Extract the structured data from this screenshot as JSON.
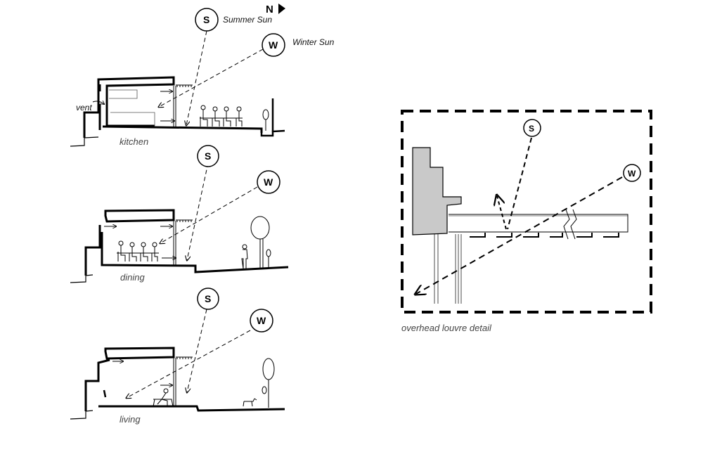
{
  "north": {
    "label": "N"
  },
  "legend": {
    "summer_letter": "S",
    "summer_label": "Summer Sun",
    "winter_letter": "W",
    "winter_label": "Winter Sun"
  },
  "sections": [
    {
      "label": "kitchen",
      "annotation": "vent"
    },
    {
      "label": "dining"
    },
    {
      "label": "living"
    }
  ],
  "sun_letters": {
    "summer": "S",
    "winter": "W"
  },
  "detail": {
    "caption": "overhead louvre detail",
    "summer_letter": "S",
    "winter_letter": "W",
    "wall_fill": "#c9c9c9"
  },
  "colors": {
    "ink": "#000000",
    "label": "#444444"
  }
}
